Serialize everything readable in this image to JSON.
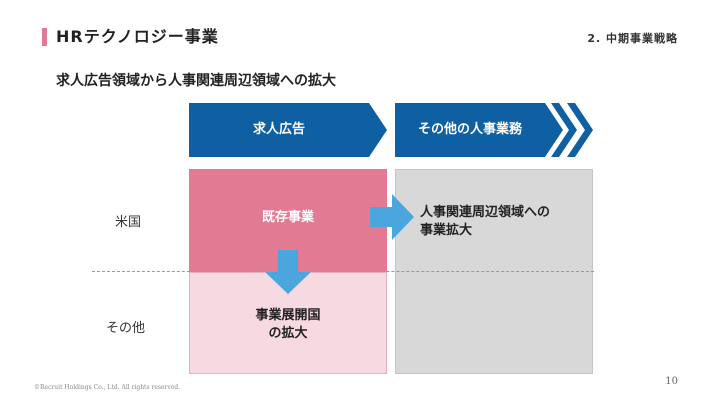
{
  "header": {
    "title": "HRテクノロジー事業",
    "section": "2. 中期事業戦略"
  },
  "subtitle": "求人広告領域から人事関連周辺領域への拡大",
  "chevrons": [
    {
      "label": "求人広告"
    },
    {
      "label": "その他の人事業務"
    }
  ],
  "rows": {
    "us_label": "米国",
    "other_label": "その他"
  },
  "cells": {
    "existing": "既存事業",
    "expansion_line1": "事業展開国",
    "expansion_line2": "の拡大",
    "hr_line1": "人事関連周辺領域への",
    "hr_line2": "事業拡大"
  },
  "footer": {
    "copyright": "©Recruit Holdings Co., Ltd. All rights reserved.",
    "page": "10"
  },
  "colors": {
    "chevron_blue": "#0f5fa3",
    "arrow_blue": "#4aa6dd",
    "pink_strong": "#e17a92",
    "pink_light": "#f7d9e2",
    "gray": "#d8d8d8",
    "accent_bar": "#e07b97"
  }
}
